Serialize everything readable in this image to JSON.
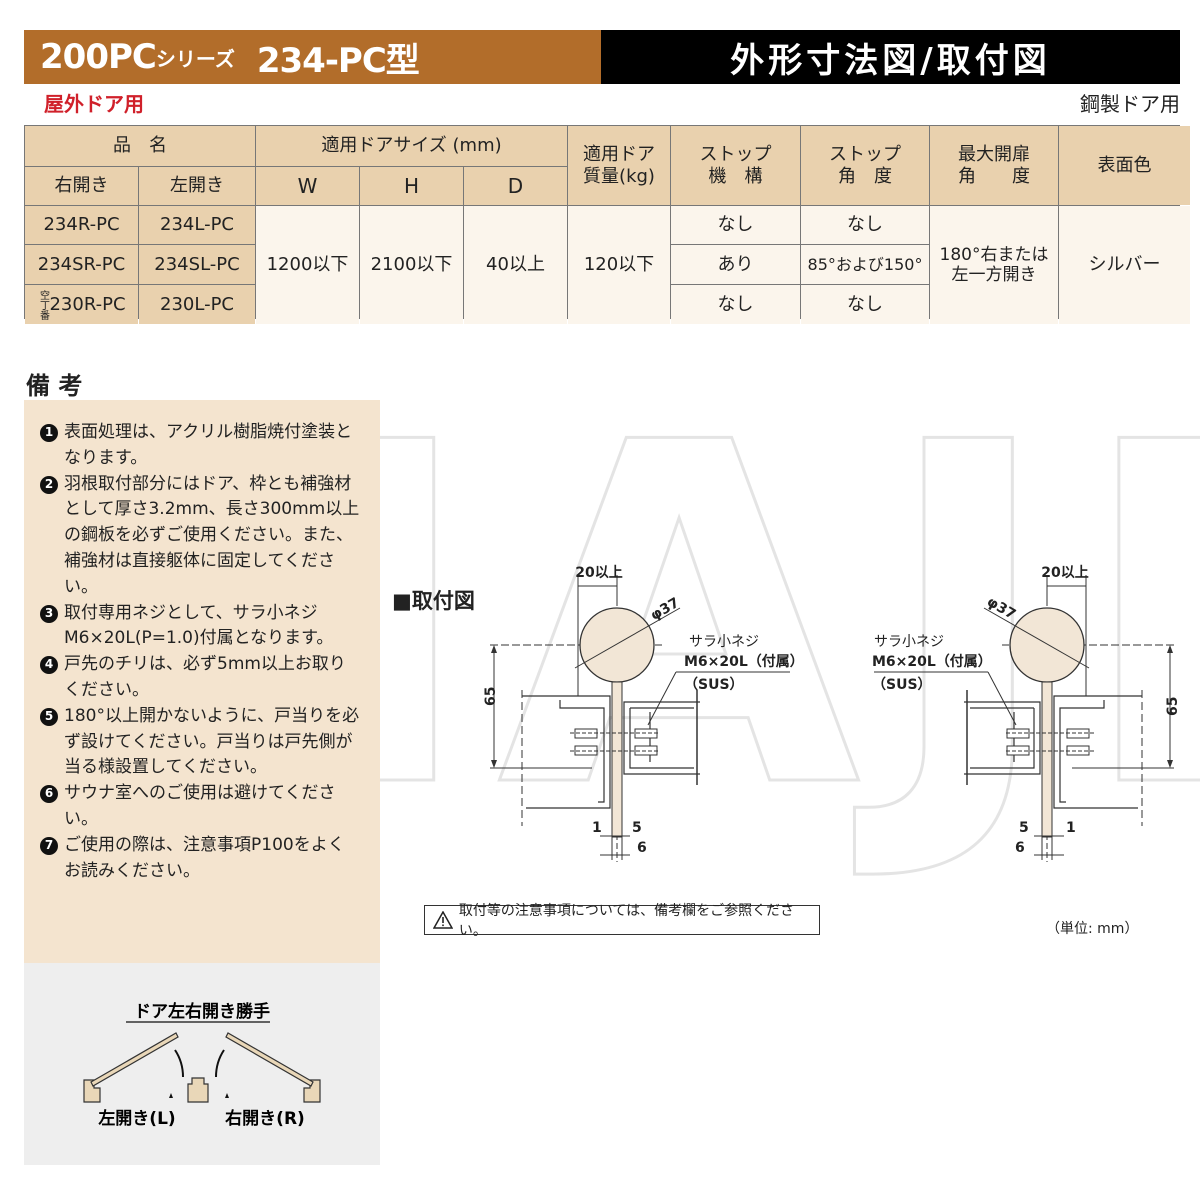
{
  "header": {
    "series": "200PC",
    "series_suffix": "シリーズ",
    "model": "234-PC型",
    "section_title": "外形寸法図/取付図",
    "usage": "屋外ドア用",
    "door_type": "鋼製ドア用"
  },
  "spec_table": {
    "headers": {
      "product_name": "品　名",
      "right_open": "右開き",
      "left_open": "左開き",
      "door_size": "適用ドアサイズ (mm)",
      "w": "W",
      "h": "H",
      "d": "D",
      "door_weight": "適用ドア\n質量(kg)",
      "stop_mechanism": "ストップ\n機　構",
      "stop_angle": "ストップ\n角　度",
      "max_open_angle": "最大開扉\n角　　度",
      "surface_color": "表面色"
    },
    "rows": [
      {
        "right": "234R-PC",
        "left": "234L-PC",
        "stop_mechanism": "なし",
        "stop_angle": "なし"
      },
      {
        "right": "234SR-PC",
        "left": "234SL-PC",
        "stop_mechanism": "あり",
        "stop_angle": "85°および150°"
      },
      {
        "prefix": "空丁番",
        "right": "230R-PC",
        "left": "230L-PC",
        "stop_mechanism": "なし",
        "stop_angle": "なし"
      }
    ],
    "shared": {
      "w": "1200以下",
      "h": "2100以下",
      "d": "40以上",
      "weight": "120以下",
      "max_open_angle": "180°右または\n左一方開き",
      "surface_color": "シルバー"
    }
  },
  "notes": {
    "title": "備 考",
    "items": [
      {
        "num": "1",
        "text": "表面処理は、アクリル樹脂焼付塗装となります。"
      },
      {
        "num": "2",
        "text": "羽根取付部分にはドア、枠とも補強材として厚さ3.2mm、長さ300mm以上の鋼板を必ずご使用ください。また、補強材は直接躯体に固定してください。"
      },
      {
        "num": "3",
        "text": "取付専用ネジとして、サラ小ネジM6×20L(P=1.0)付属となります。"
      },
      {
        "num": "4",
        "text": "戸先のチリは、必ず5mm以上お取りください。"
      },
      {
        "num": "5",
        "text": "180°以上開かないように、戸当りを必ず設けてください。戸当りは戸先側が当る様設置してください。"
      },
      {
        "num": "6",
        "text": "サウナ室へのご使用は避けてください。"
      },
      {
        "num": "7",
        "text": "ご使用の際は、注意事項P100をよくお読みください。"
      }
    ]
  },
  "handing": {
    "title": "ドア左右開き勝手",
    "left_label": "左開き(L)",
    "right_label": "右開き(R)"
  },
  "figure": {
    "title": "■取付図",
    "min_width": "20以上",
    "diameter": "φ37",
    "screw_name": "サラ小ネジ",
    "screw_spec": "M6×20L（付属）",
    "screw_material": "（SUS）",
    "dim_65": "65",
    "dim_1": "1",
    "dim_5": "5",
    "dim_6": "6",
    "caution": "取付等の注意事項については、備考欄をご参照ください。",
    "unit": "（単位: mm）"
  },
  "watermark": "MAJI",
  "colors": {
    "brand": "#B26D2A",
    "accent_red": "#D0202A",
    "table_header": "#E9D1AE",
    "notes_bg": "#F4E4CF"
  }
}
